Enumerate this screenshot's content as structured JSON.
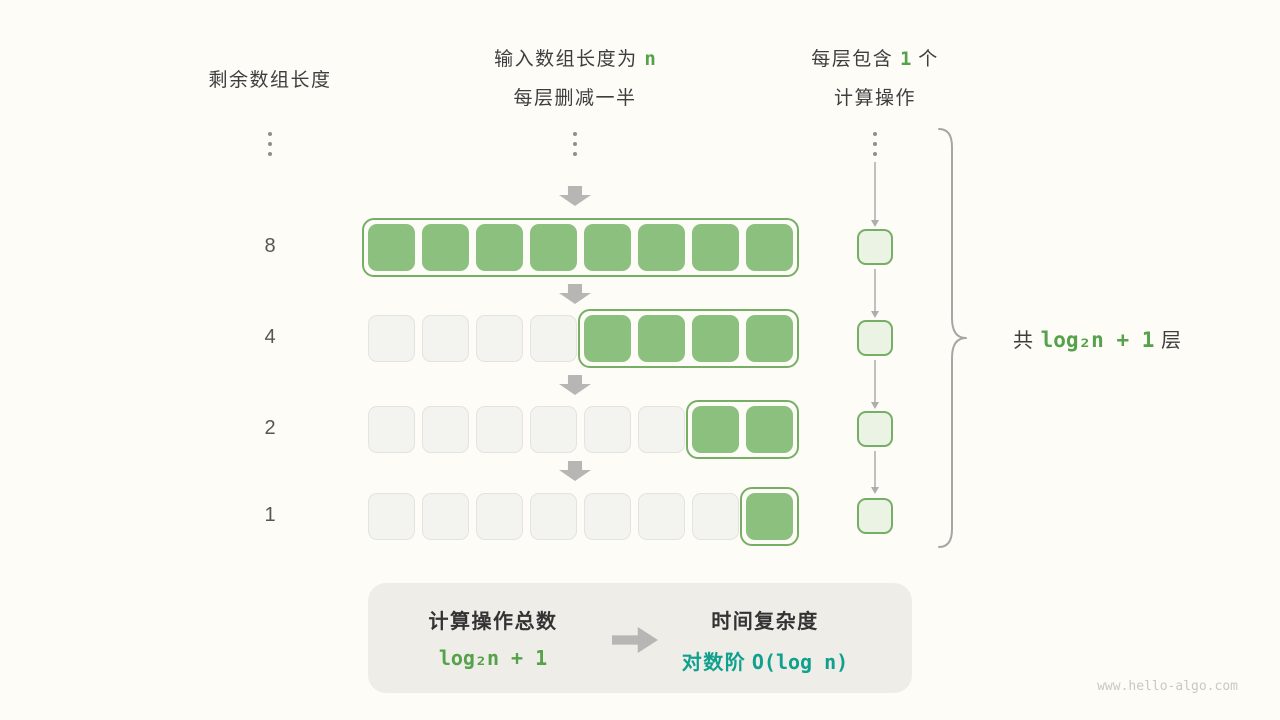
{
  "colors": {
    "bg": "#FDFCF7",
    "text_dark": "#3E3E3E",
    "green_fill": "#8CC07F",
    "green_border": "#77AE65",
    "green_light_fill": "#EAF3E4",
    "gray_cell_fill": "#F3F3F0",
    "gray_cell_border": "#E3E3DF",
    "accent_green_text": "#55A24A",
    "teal_text": "#10A08E",
    "arrow_gray": "#B6B6B4"
  },
  "headers": {
    "remaining_length": "剩余数组长度",
    "input_line1_prefix": "输入数组长度为 ",
    "input_line1_var": "n",
    "input_line2": "每层删减一半",
    "ops_line1_prefix": "每层包含 ",
    "ops_line1_count": "1",
    "ops_line1_suffix": " 个",
    "ops_line2": "计算操作"
  },
  "rows": [
    {
      "label": "8",
      "total_cells": 8,
      "green_count": 8
    },
    {
      "label": "4",
      "total_cells": 8,
      "green_count": 4
    },
    {
      "label": "2",
      "total_cells": 8,
      "green_count": 2
    },
    {
      "label": "1",
      "total_cells": 8,
      "green_count": 1
    }
  ],
  "brace": {
    "prefix": "共 ",
    "formula": "log₂n + 1",
    "suffix": " 层"
  },
  "summary": {
    "operations_title": "计算操作总数",
    "operations_formula": "log₂n + 1",
    "complexity_title": "时间复杂度",
    "complexity_class": "对数阶",
    "complexity_formula": "O(log n)"
  },
  "watermark": "www.hello-algo.com"
}
